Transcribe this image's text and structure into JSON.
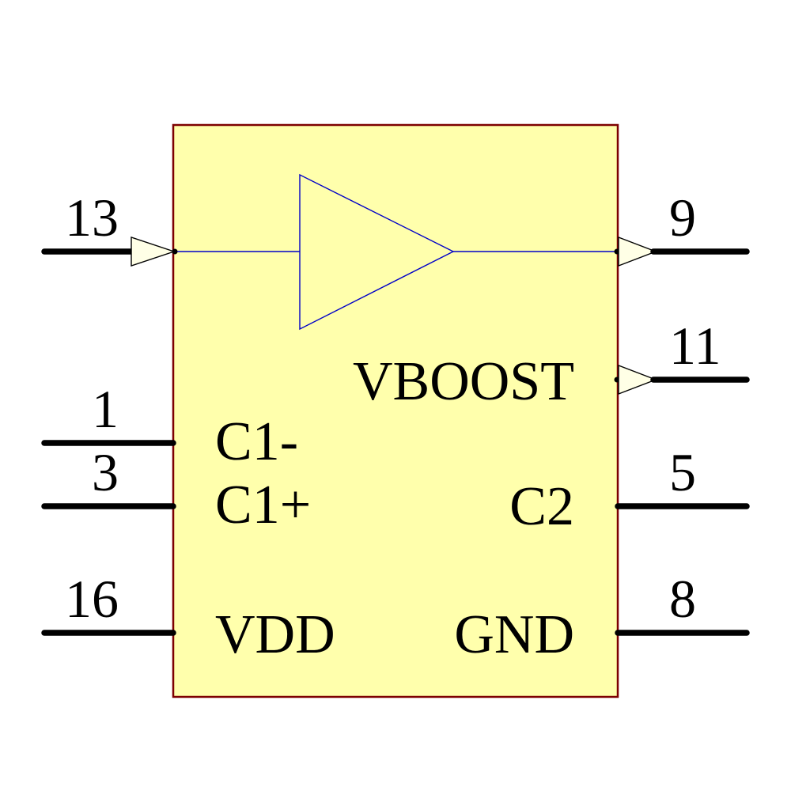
{
  "colors": {
    "background": "#FFFFFF",
    "body_fill": "#FFFFAC",
    "body_border": "#7D0000",
    "wire": "#0000C8",
    "pin": "#000000",
    "arrow_fill": "#FFFFE6",
    "text": "#000000"
  },
  "component": {
    "kind": "schematic-symbol",
    "pins": [
      {
        "number": "13",
        "label": ""
      },
      {
        "number": "1",
        "label": "C1-"
      },
      {
        "number": "3",
        "label": "C1+"
      },
      {
        "number": "16",
        "label": "VDD"
      },
      {
        "number": "9",
        "label": ""
      },
      {
        "number": "11",
        "label": "VBOOST"
      },
      {
        "number": "5",
        "label": "C2"
      },
      {
        "number": "8",
        "label": "GND"
      }
    ]
  }
}
